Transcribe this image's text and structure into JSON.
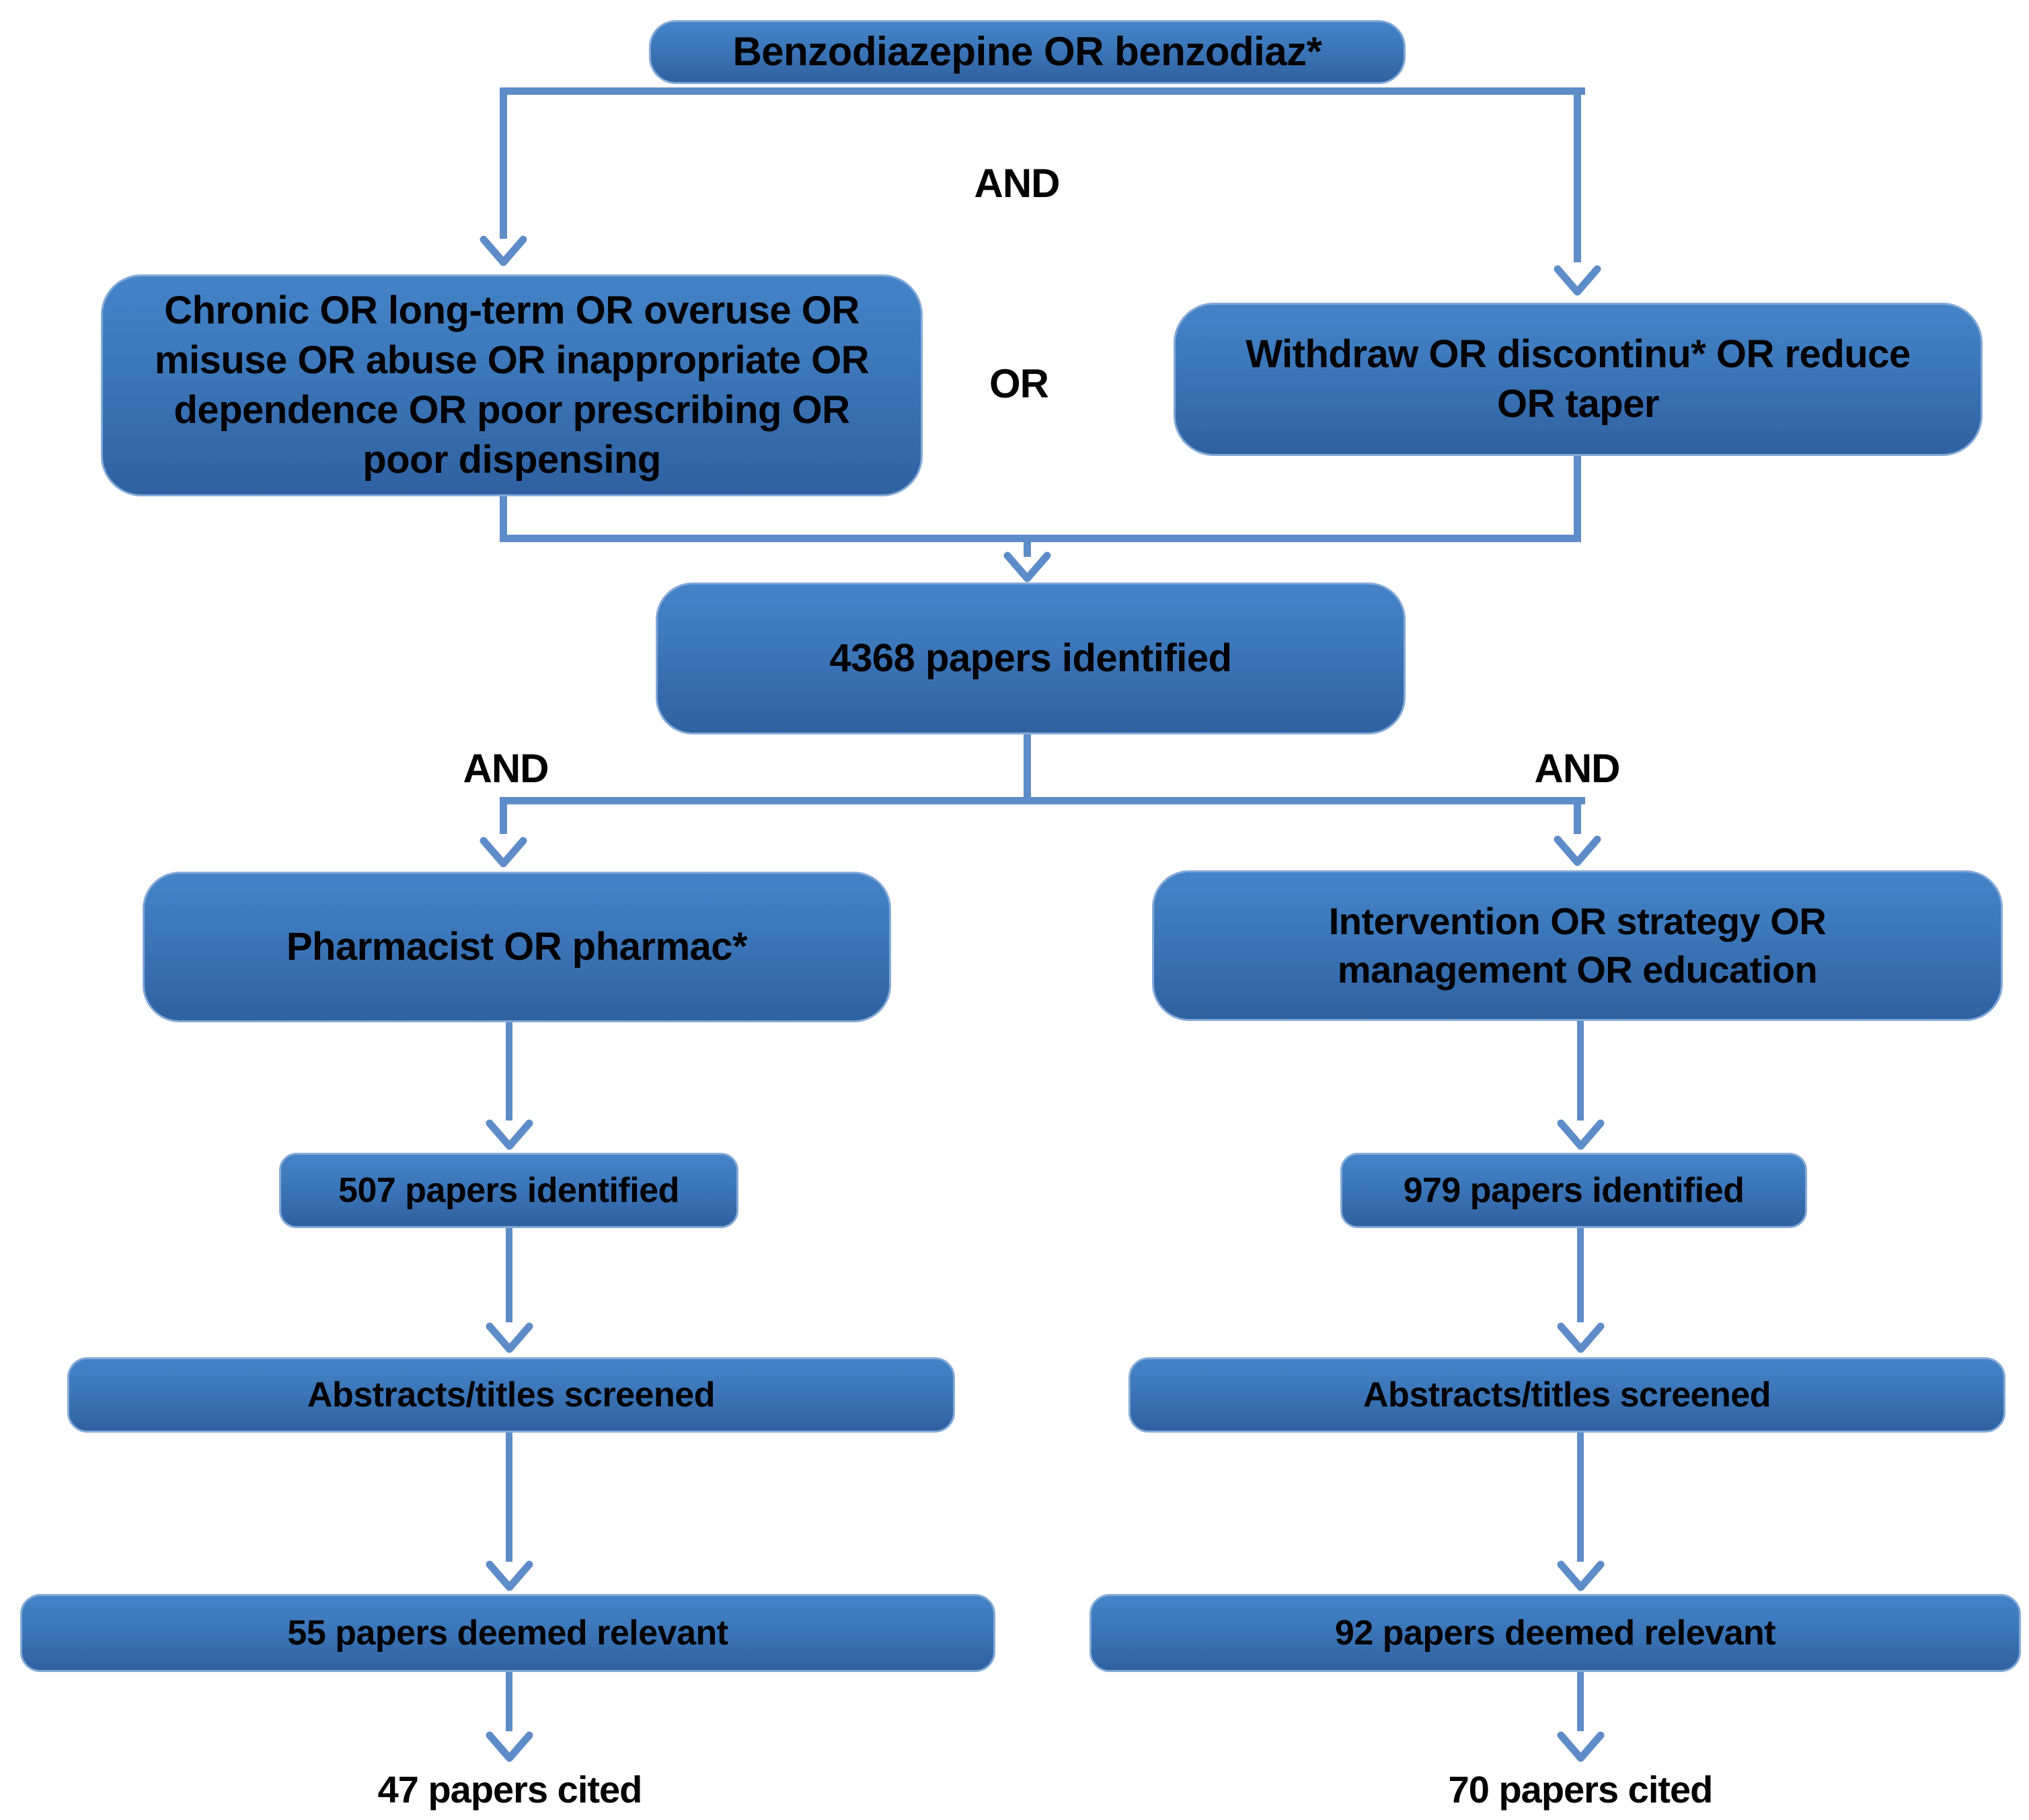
{
  "diagram": {
    "title": "Benzodiazepine literature search strategy flowchart",
    "colors": {
      "background": "#ffffff",
      "box_gradient_top": "#4483c8",
      "box_gradient_mid": "#3c77ba",
      "box_gradient_bottom": "#2f61a1",
      "box_border": "#84a9d6",
      "connector": "#5e8cc8",
      "text_color": "#000000"
    },
    "operators": {
      "and_top": "AND",
      "or_mid": "OR",
      "and_left": "AND",
      "and_right": "AND"
    },
    "nodes": {
      "top_search": "Benzodiazepine OR benzodiaz*",
      "left_terms": "Chronic OR long-term OR overuse OR misuse OR abuse OR inappropriate OR dependence OR poor prescribing OR poor dispensing",
      "right_terms": "Withdraw OR discontinu* OR reduce OR taper",
      "combined_result": "4368 papers identified",
      "left_branch": "Pharmacist OR pharmac*",
      "right_branch": "Intervention OR strategy OR management OR education",
      "left_identified": "507 papers identified",
      "right_identified": "979 papers identified",
      "left_screened": "Abstracts/titles screened",
      "right_screened": "Abstracts/titles screened",
      "left_relevant": "55 papers deemed relevant",
      "right_relevant": "92 papers deemed relevant",
      "left_cited": "47 papers cited",
      "right_cited": "70 papers cited"
    }
  }
}
